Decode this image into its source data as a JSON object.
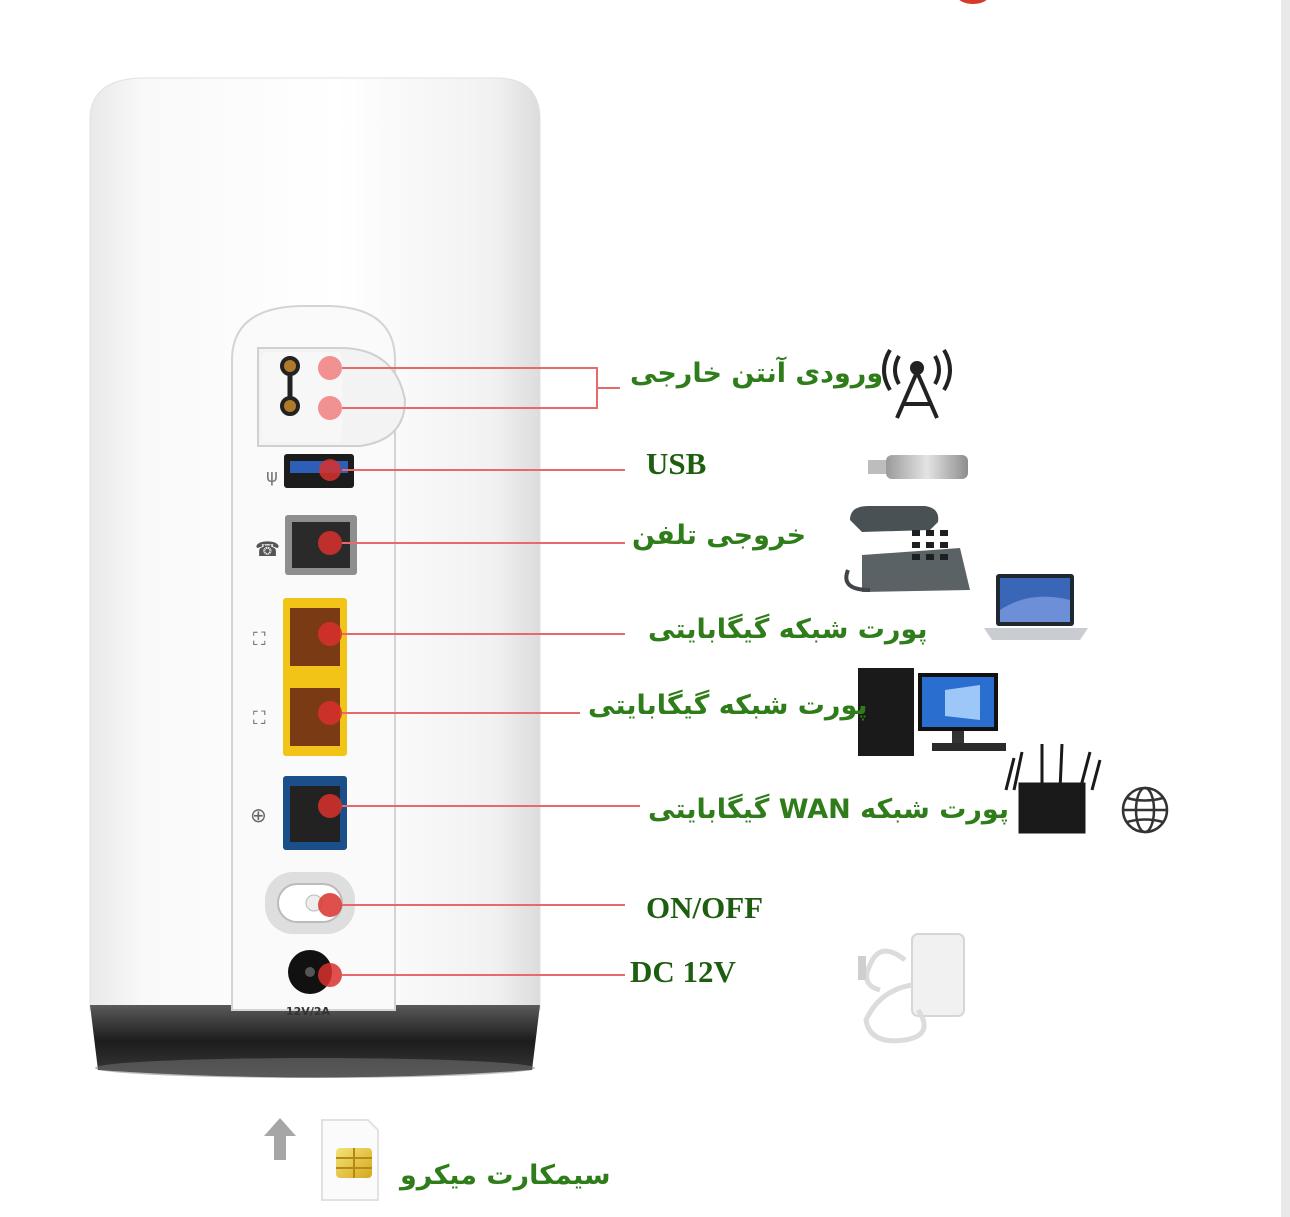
{
  "labels": {
    "antenna": "ورودی آنتن خارجی",
    "usb": "USB",
    "phone": "خروجی تلفن",
    "lan1": "پورت شبکه گیگابایتی",
    "lan2": "پورت شبکه گیگابایتی",
    "wan": "پورت شبکه WAN گیگابایتی",
    "power": "ON/OFF",
    "dc": "DC 12V",
    "sim": "سیمکارت میکرو"
  },
  "device": {
    "power_rating": "12V/2A"
  },
  "colors": {
    "label_green": "#2e7d1a",
    "marker_red": "#d9302c",
    "lan_yellow": "#f2c418",
    "wan_blue": "#1a4f8a"
  },
  "icons": [
    "antenna-tower-icon",
    "usb-drive-icon",
    "telephone-icon",
    "laptop-icon",
    "desktop-computer-icon",
    "router-icon",
    "globe-icon",
    "power-adapter-icon",
    "sim-card-icon",
    "up-arrow-icon"
  ]
}
